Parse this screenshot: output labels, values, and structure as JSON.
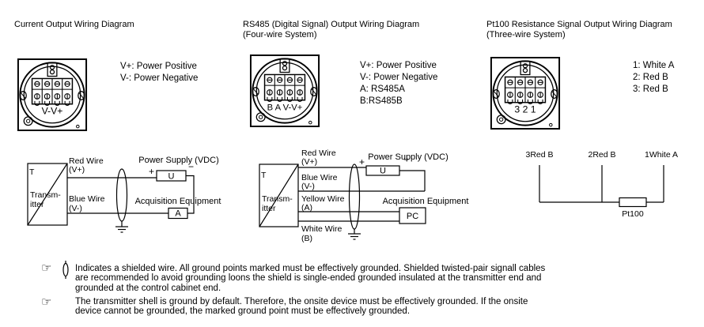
{
  "colors": {
    "background": "#ffffff",
    "ink": "#000000"
  },
  "columns": [
    {
      "title": [
        "Current Output Wiring Diagram"
      ],
      "terminal_label": "V-V+",
      "legend": [
        "V+: Power Positive",
        "V-: Power Negative"
      ]
    },
    {
      "title": [
        "RS485 (Digital Signal) Output Wiring Diagram",
        "(Four-wire System)"
      ],
      "terminal_label": "B A V-V+",
      "legend": [
        "V+: Power Positive",
        "V-: Power Negative",
        "A: RS485A",
        "B:RS485B"
      ]
    },
    {
      "title": [
        "Pt100 Resistance Signal Output Wiring Diagram",
        "(Three-wire System)"
      ],
      "terminal_label": "3 2 1",
      "legend": [
        "1: White A",
        "2: Red B",
        "3: Red B"
      ]
    }
  ],
  "schematic1": {
    "transmitter_t": "T",
    "transmitter_line1": "Transm-",
    "transmitter_line2": "itter",
    "wire1_line1": "Red Wire",
    "wire1_line2": "(V+)",
    "wire2_line1": "Blue Wire",
    "wire2_line2": "(V-)",
    "power_supply_label": "Power Supply (VDC)",
    "plus": "+",
    "minus": "−",
    "u_box": "U",
    "acquisition_label": "Acquisition Equipment",
    "a_box": "A"
  },
  "schematic2": {
    "transmitter_t": "T",
    "transmitter_line1": "Transm-",
    "transmitter_line2": "itter",
    "wire1_line1": "Red Wire",
    "wire1_line2": "(V+)",
    "wire2_line1": "Blue Wire",
    "wire2_line2": "(V-)",
    "wire3_line1": "Yellow Wire",
    "wire3_line2": "(A)",
    "wire4_line1": "White Wire",
    "wire4_line2": "(B)",
    "power_supply_label": "Power Supply (VDC)",
    "plus": "+",
    "minus": "−",
    "u_box": "U",
    "acquisition_label": "Acquisition Equipment",
    "pc_box": "PC"
  },
  "schematic3": {
    "lead3": "3Red B",
    "lead2": "2Red B",
    "lead1": "1White A",
    "sensor_label": "Pt100"
  },
  "notes": [
    {
      "icon": "☞",
      "lines": [
        "Indicates a shielded wire. All ground points marked must be effectively grounded. Shielded twisted-pair signall cables",
        "are recommended lo avoid grounding loons the shield is single-ended grounded insulated at the transmitter end and",
        "grounded at the control cabinet end."
      ]
    },
    {
      "icon": "☞",
      "lines": [
        "The transmitter shell is ground by default. Therefore, the onsite device must be effectively grounded. If the onsite",
        "device cannot be grounded, the marked ground point must be effectively grounded."
      ]
    }
  ]
}
